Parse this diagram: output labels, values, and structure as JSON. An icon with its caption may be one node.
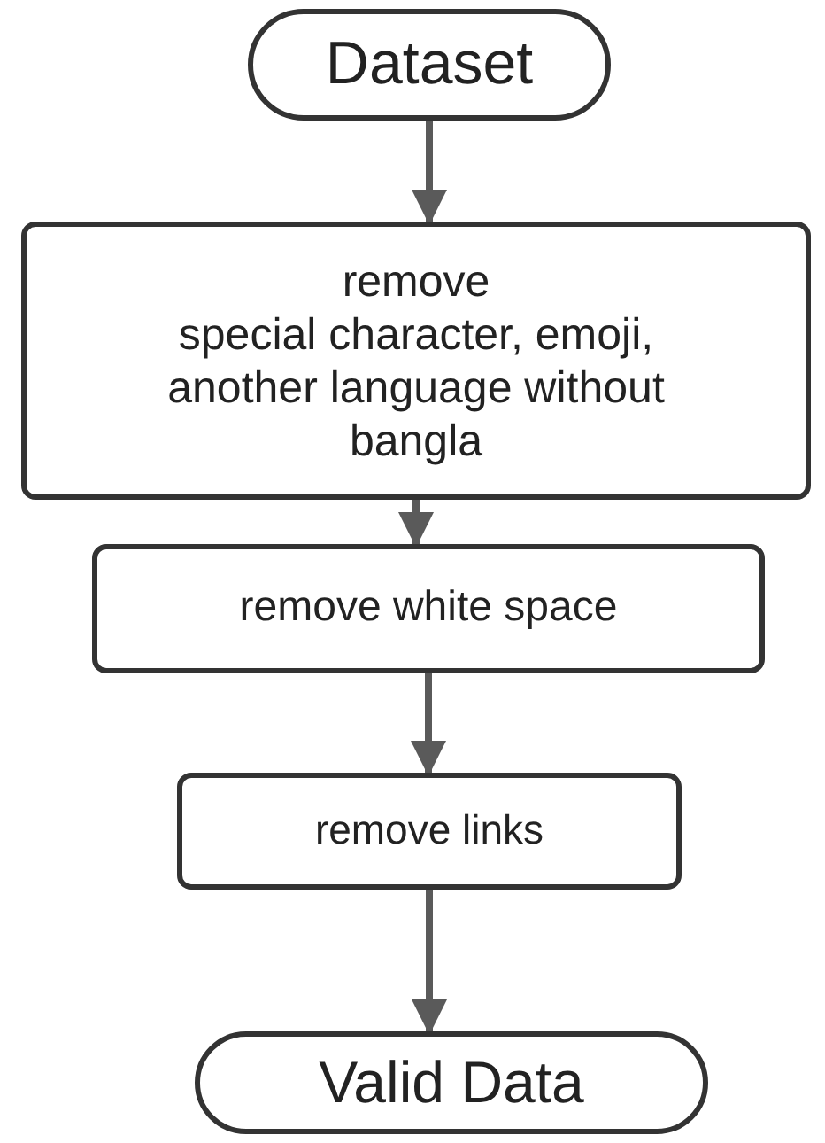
{
  "diagram": {
    "nodes": [
      {
        "text": [
          "Dataset"
        ]
      },
      {
        "text": [
          "remove",
          "special character, emoji, another language without bangla"
        ]
      },
      {
        "text": [
          "remove white space"
        ]
      },
      {
        "text": [
          "remove links"
        ]
      },
      {
        "text": [
          "Valid Data"
        ]
      }
    ],
    "edges": [
      {
        "from": 0,
        "to": 1,
        "arrow": "to"
      },
      {
        "from": 1,
        "to": 2,
        "arrow": "to"
      },
      {
        "from": 2,
        "to": 3,
        "arrow": "to"
      },
      {
        "from": 3,
        "to": 4,
        "arrow": "to"
      }
    ]
  }
}
